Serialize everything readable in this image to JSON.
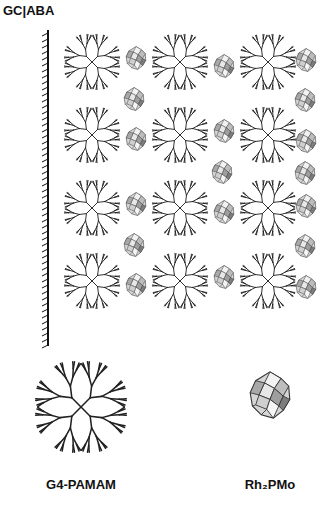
{
  "diagram": {
    "labels": [
      "GC|ABA",
      "G4-PAMAM",
      "Rh₂PMo"
    ]
  }
}
